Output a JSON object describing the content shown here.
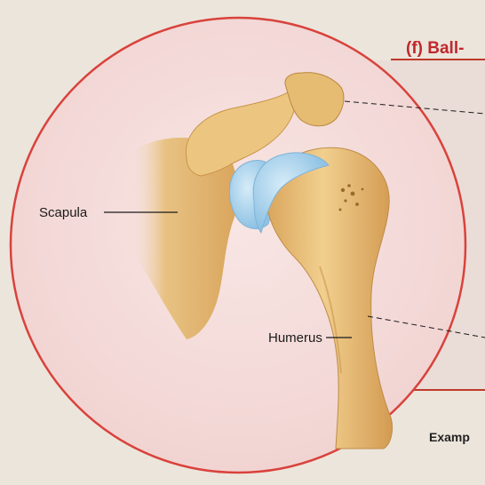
{
  "heading": "(f) Ball-",
  "example_caption": "Examp",
  "labels": {
    "scapula": "Scapula",
    "humerus": "Humerus"
  },
  "colors": {
    "background": "#ece5db",
    "circle_fill": "#f4dcdc",
    "circle_border": "#d9423c",
    "bone": "#e9c27d",
    "bone_shadow": "#c8934a",
    "cartilage": "#a9d4ee",
    "heading_red": "#c0282d"
  }
}
